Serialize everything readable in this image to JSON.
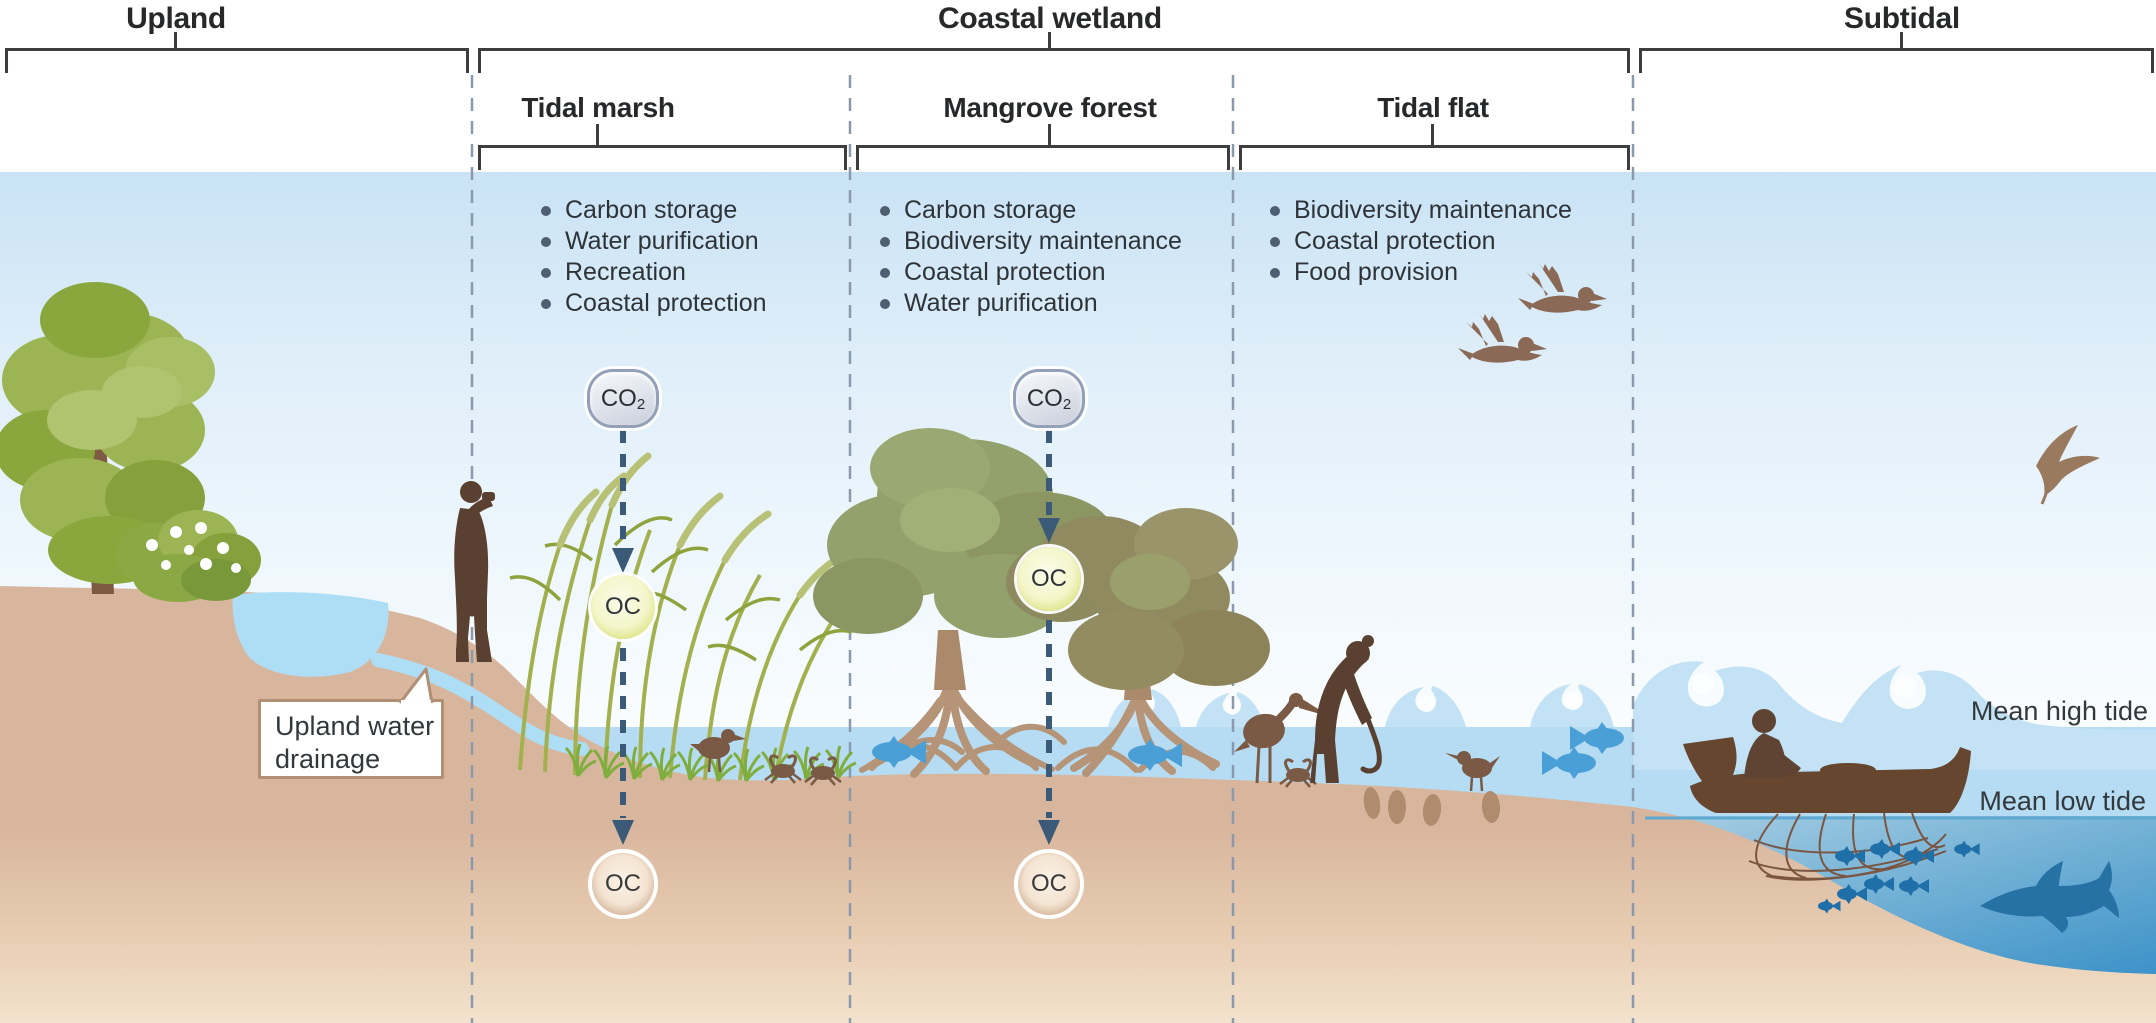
{
  "zones": {
    "upland": "Upland",
    "coastal": "Coastal wetland",
    "subtidal": "Subtidal",
    "marsh": "Tidal marsh",
    "mangrove": "Mangrove forest",
    "flat": "Tidal flat"
  },
  "services": {
    "marsh": [
      "Carbon storage",
      "Water purification",
      "Recreation",
      "Coastal protection"
    ],
    "mangrove": [
      "Carbon storage",
      "Biodiversity maintenance",
      "Coastal protection",
      "Water purification"
    ],
    "flat": [
      "Biodiversity maintenance",
      "Coastal protection",
      "Food provision"
    ]
  },
  "carbon": {
    "co2_base": "CO",
    "co2_sub": "2",
    "oc": "OC"
  },
  "callout": {
    "line1": "Upland water",
    "line2": "drainage"
  },
  "tides": {
    "high": "Mean high tide",
    "low": "Mean low tide"
  },
  "scene_elements": [
    "deciduous-tree",
    "flowering-bush",
    "pond",
    "drainage-stream",
    "birdwatcher",
    "marsh-reeds",
    "marsh-bird",
    "crab",
    "mangrove-trees",
    "mangrove-roots",
    "reef-fish",
    "wading-stork",
    "clam-digger",
    "shorebird",
    "clams",
    "flying-ducks",
    "seabird",
    "waves",
    "fishing-boat",
    "fishing-net",
    "fish-school",
    "shark"
  ],
  "colors": {
    "separator": "#8a99ab",
    "arrow": "#3a5a78",
    "water_high_tide": "#b5dcf2",
    "water_deep": "#3c92c8",
    "land": "#d8b69d",
    "silhouette_brown": "#5a4031",
    "co2_border": "#93a0b8",
    "oc_yellow_ring": "#cfd94f",
    "oc_brown_ring": "#b08f74"
  }
}
